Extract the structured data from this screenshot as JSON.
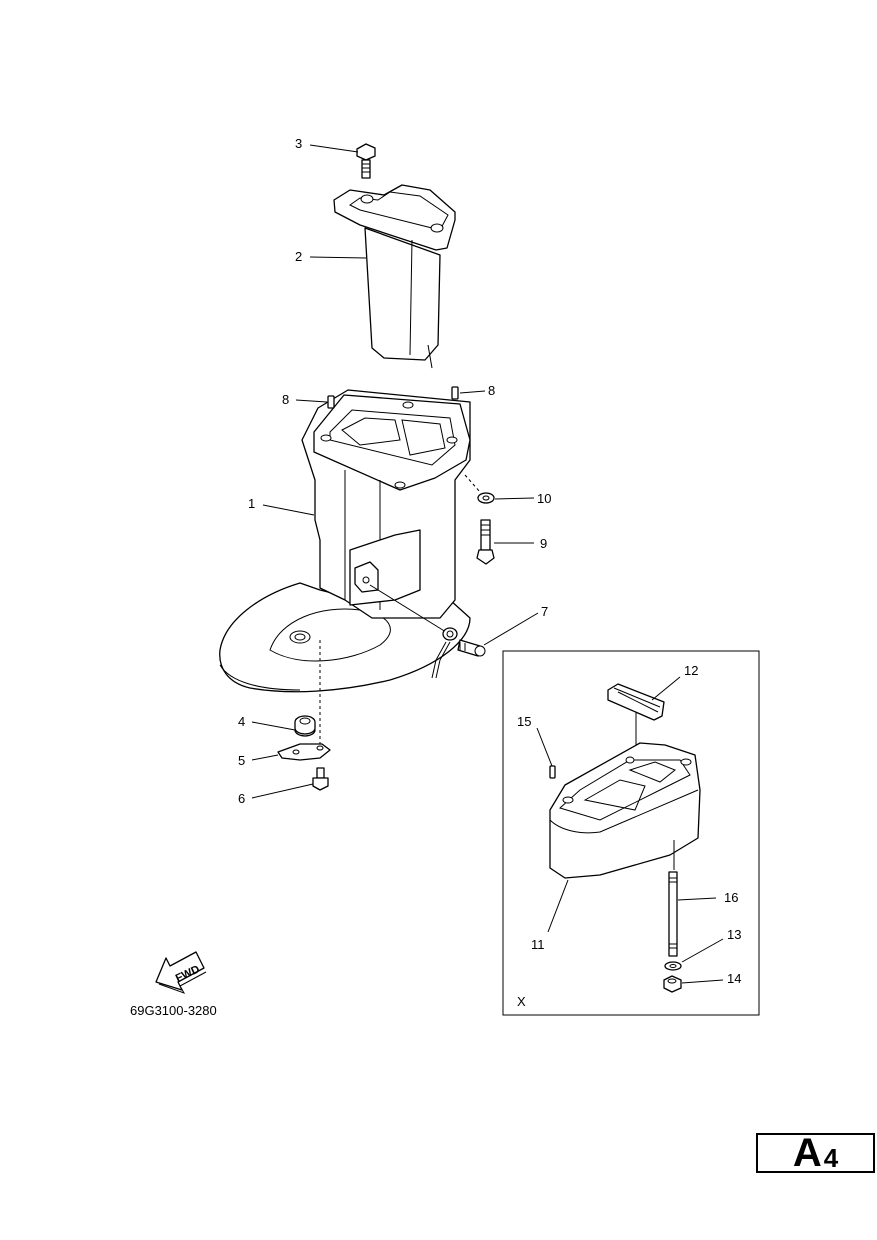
{
  "diagram": {
    "part_number": "69G3100-3280",
    "fwd_label": "FWD",
    "inset_label": "X",
    "callouts": [
      "1",
      "2",
      "3",
      "4",
      "5",
      "6",
      "7",
      "8",
      "8",
      "9",
      "10",
      "11",
      "12",
      "13",
      "14",
      "15",
      "16"
    ]
  },
  "page_badge": {
    "letter": "A",
    "number": "4"
  }
}
